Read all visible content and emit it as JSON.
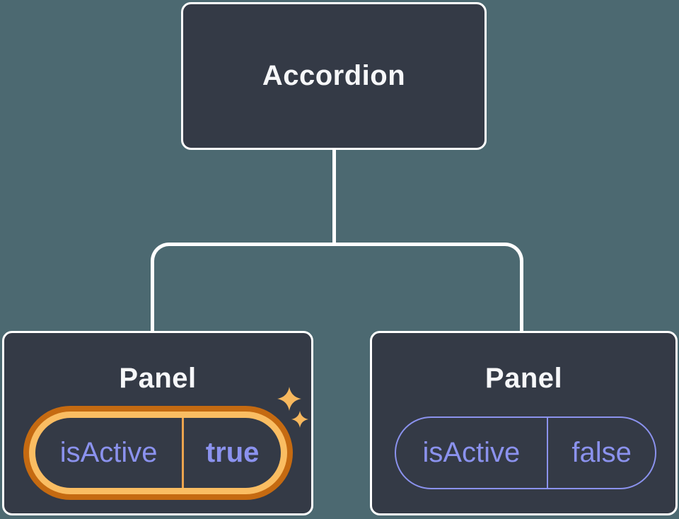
{
  "root_node": {
    "label": "Accordion"
  },
  "panels": [
    {
      "label": "Panel",
      "prop_name": "isActive",
      "prop_value": "true",
      "highlighted": true
    },
    {
      "label": "Panel",
      "prop_name": "isActive",
      "prop_value": "false",
      "highlighted": false
    }
  ],
  "icons": {
    "sparkle": "sparkle-icon"
  },
  "colors": {
    "background": "#4C6971",
    "node_fill": "#343A46",
    "node_border": "#FFFFFF",
    "node_text": "#F6F7F9",
    "prop_text": "#8B92EE",
    "highlight_ring_outer": "#C56A11",
    "highlight_ring_inner": "#FABD62",
    "highlight_divider": "#ECA44E",
    "sparkle": "#F7B85E",
    "connector": "#FFFFFF"
  }
}
